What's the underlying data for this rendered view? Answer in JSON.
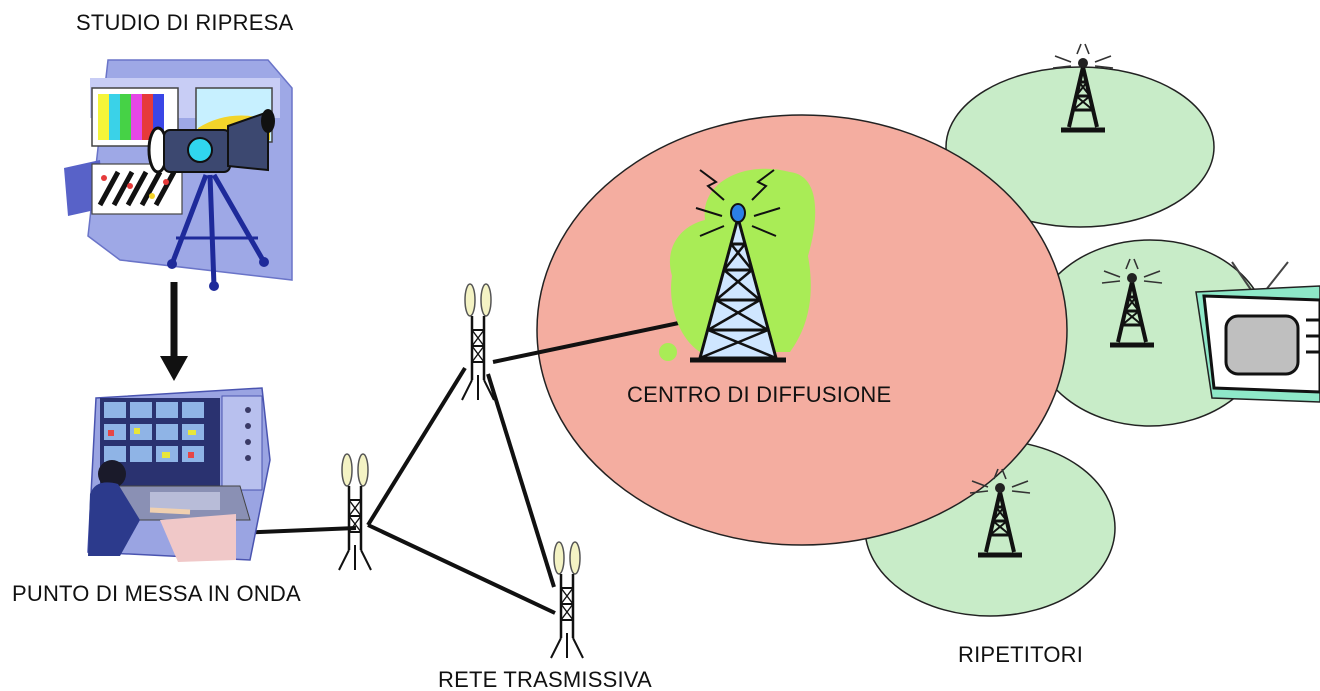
{
  "labels": {
    "studio": "STUDIO DI RIPRESA",
    "onair": "PUNTO DI MESSA IN ONDA",
    "network": "RETE TRASMISSIVA",
    "center": "CENTRO DI DIFFUSIONE",
    "repeaters": "RIPETITORI"
  },
  "icons": {
    "studio": "tv-camera-studio-icon",
    "control_room": "control-room-icon",
    "relay": "microwave-relay-tower-icon",
    "broadcast": "broadcast-tower-icon",
    "repeater": "repeater-tower-icon",
    "tv": "television-icon"
  },
  "colors": {
    "center_coverage": "#f4ada0",
    "repeater_coverage": "#c8ecc8",
    "lines": "#111111"
  }
}
